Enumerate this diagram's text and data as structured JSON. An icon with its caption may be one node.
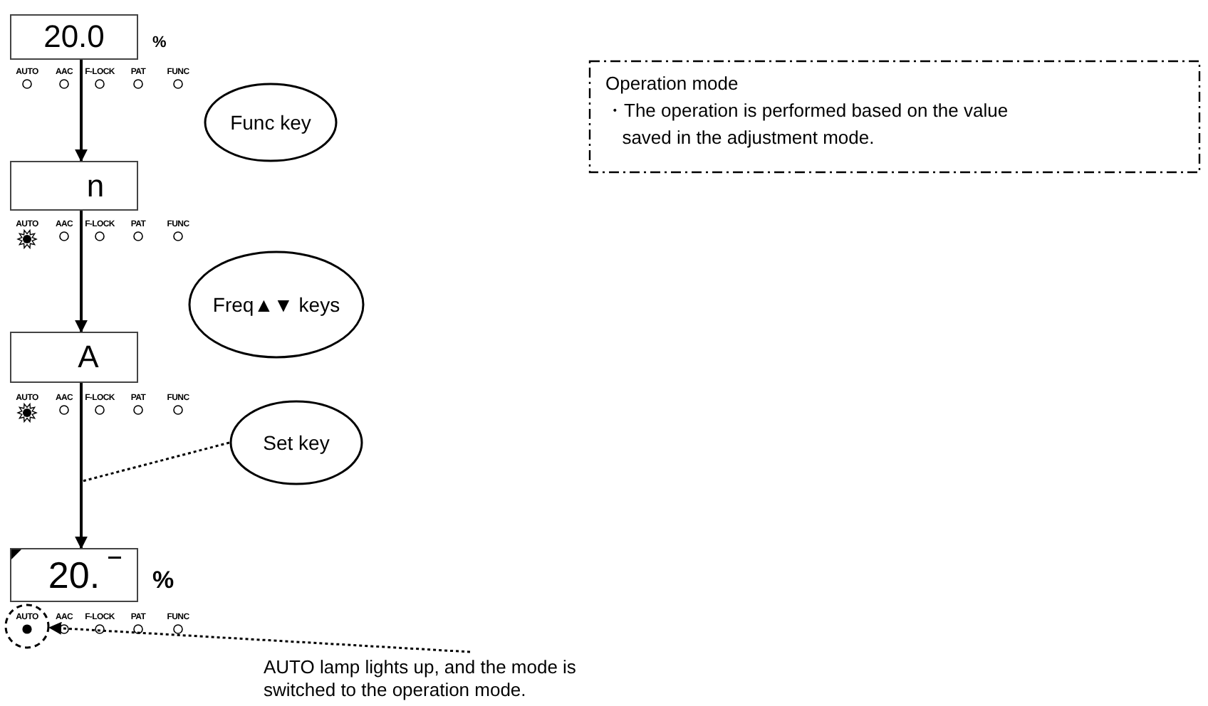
{
  "diagram": {
    "nodes": [
      {
        "text": [
          "20.0"
        ],
        "beside": [
          "%"
        ]
      },
      {
        "text": [
          "n"
        ]
      },
      {
        "text": [
          "A"
        ]
      },
      {
        "text": [
          "20."
        ],
        "beside": [
          "%"
        ]
      },
      {
        "text": [
          "Func key"
        ]
      },
      {
        "text": [
          "Freq▲▼ keys"
        ]
      },
      {
        "text": [
          "Set key"
        ]
      },
      {
        "text": [],
        "shape": "circle"
      },
      {
        "text": [
          "AUTO lamp lights up, and the mode is switched to the operation mode."
        ]
      },
      {
        "text": [
          "Operation mode",
          "・The operation is performed based on the value saved in the adjustment mode."
        ]
      }
    ],
    "edges": [
      {
        "from": 0,
        "to": 1,
        "arrow": "to"
      },
      {
        "from": 1,
        "to": 2,
        "arrow": "to"
      },
      {
        "from": 2,
        "to": 3,
        "arrow": "to"
      },
      {
        "from": 6,
        "to": null,
        "arrow": "none",
        "style": "dashed"
      },
      {
        "from": 8,
        "to": 7,
        "arrow": "to",
        "style": "dashed"
      }
    ],
    "labels": [
      "AUTO",
      "AAC",
      "F-LOCK",
      "PAT",
      "FUNC",
      "AUTO",
      "AAC",
      "F-LOCK",
      "PAT",
      "FUNC",
      "AUTO",
      "AAC",
      "F-LOCK",
      "PAT",
      "FUNC",
      "AUTO",
      "AAC",
      "F-LOCK",
      "PAT",
      "FUNC"
    ]
  }
}
